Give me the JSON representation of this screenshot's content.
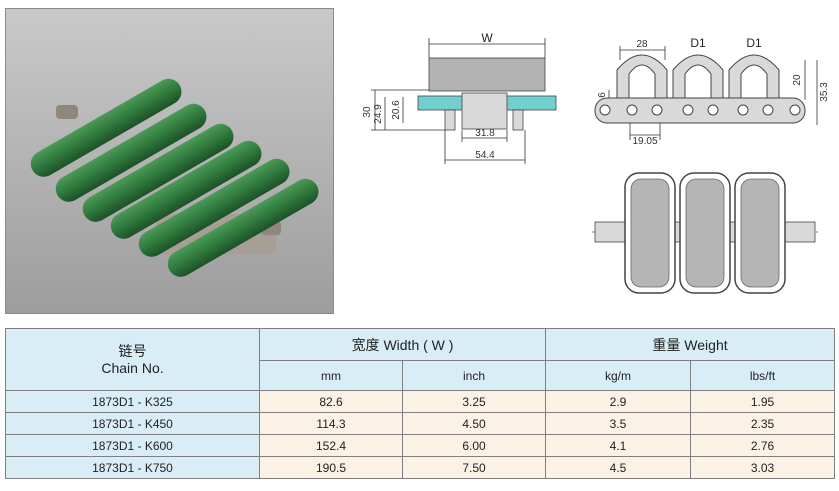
{
  "drawing": {
    "side": {
      "w": "W",
      "h30": "30",
      "h249": "24.9",
      "h206": "20.6",
      "w318": "31.8",
      "w544": "54.4"
    },
    "top": {
      "d28": "28",
      "d1a": "D1",
      "d1b": "D1",
      "d6": "6",
      "d20": "20",
      "d353": "35.3",
      "p1905": "19.05"
    }
  },
  "colors": {
    "header_bg": "#d8edf6",
    "value_bg": "#fbf2e5",
    "plate_green": "#2f7a3d",
    "teal": "#6fd0cf"
  },
  "table": {
    "chain_cn": "链号",
    "chain_en": "Chain No.",
    "width_header": "宽度 Width ( W )",
    "weight_header": "重量 Weight",
    "units": [
      "mm",
      "inch",
      "kg/m",
      "lbs/ft"
    ],
    "rows": [
      {
        "chain": "1873D1 - K325",
        "mm": "82.6",
        "inch": "3.25",
        "kgm": "2.9",
        "lbsft": "1.95"
      },
      {
        "chain": "1873D1 - K450",
        "mm": "114.3",
        "inch": "4.50",
        "kgm": "3.5",
        "lbsft": "2.35"
      },
      {
        "chain": "1873D1 - K600",
        "mm": "152.4",
        "inch": "6.00",
        "kgm": "4.1",
        "lbsft": "2.76"
      },
      {
        "chain": "1873D1 - K750",
        "mm": "190.5",
        "inch": "7.50",
        "kgm": "4.5",
        "lbsft": "3.03"
      }
    ]
  }
}
